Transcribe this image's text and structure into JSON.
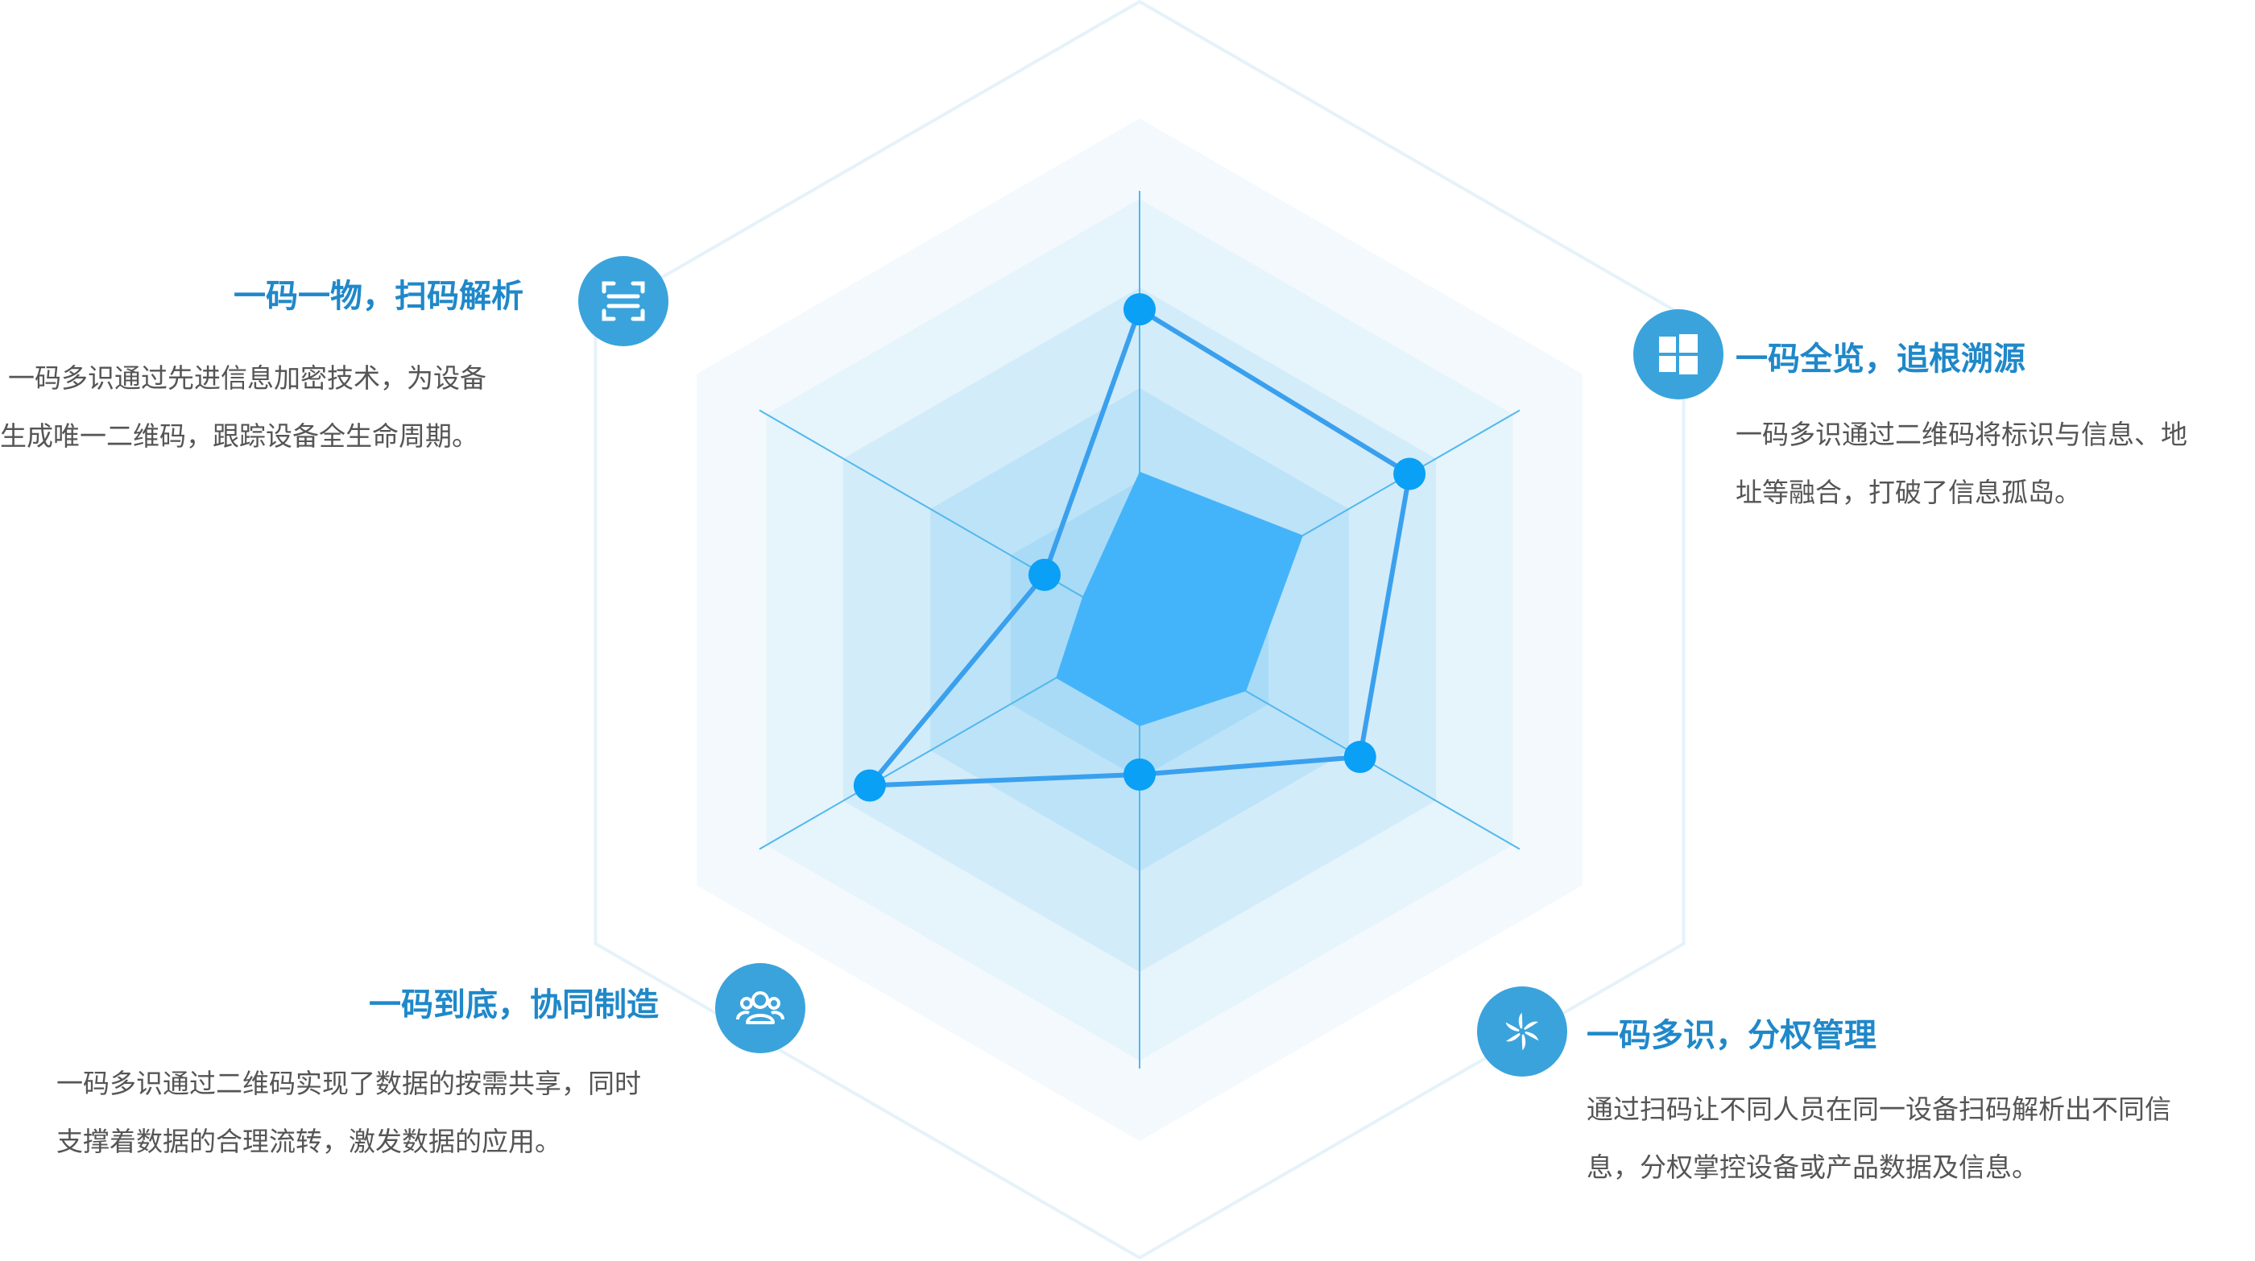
{
  "features": [
    {
      "id": "f1",
      "title": "一码一物，扫码解析",
      "desc_lines": [
        "一码多识通过先进信息加密技术，为设备",
        "生成唯一二维码，跟踪设备全生命周期。"
      ],
      "icon": "scan-icon"
    },
    {
      "id": "f2",
      "title": "一码全览，追根溯源",
      "desc_lines": [
        "一码多识通过二维码将标识与信息、地",
        "址等融合，打破了信息孤岛。"
      ],
      "icon": "windows-grid-icon"
    },
    {
      "id": "f3",
      "title": "一码到底，协同制造",
      "desc_lines": [
        "一码多识通过二维码实现了数据的按需共享，同时",
        "支撑着数据的合理流转，激发数据的应用。"
      ],
      "icon": "users-icon"
    },
    {
      "id": "f4",
      "title": "一码多识，分权管理",
      "desc_lines": [
        "通过扫码让不同人员在同一设备扫码解析出不同信",
        "息，分权掌控设备或产品数据及信息。"
      ],
      "icon": "pinwheel-icon"
    }
  ],
  "colors": {
    "accent": "#1f88c9",
    "icon_bg": "#3aa3dc",
    "radar_line": "#3aa0ee",
    "radar_point": "#0aa0f5",
    "radar_fill": "#44b4fa"
  },
  "chart_data": {
    "type": "radar",
    "axes": 6,
    "levels": 5,
    "series": [
      {
        "values": [
          0.73,
          0.71,
          0.58,
          0.33,
          0.71,
          0.25
        ]
      },
      {
        "values": [
          0.36,
          0.43,
          0.28,
          0.22,
          0.22,
          0.15
        ]
      }
    ]
  }
}
